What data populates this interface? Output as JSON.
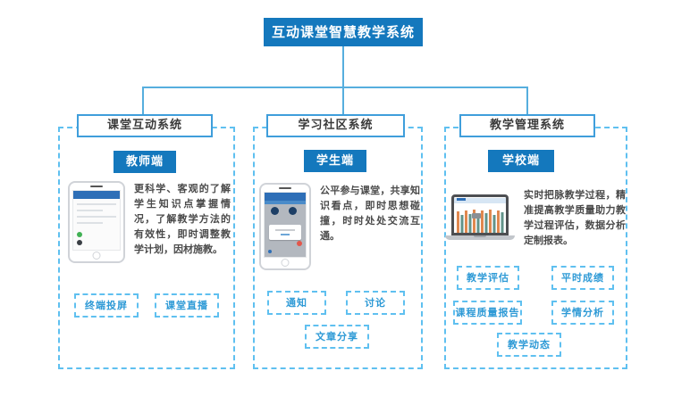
{
  "title": "互动课堂智慧教学系统",
  "columns": [
    {
      "header": "课堂互动系统",
      "role": "教师端",
      "description": "更科学、客观的了解学生知识点掌握情况，了解教学方法的有效性，即时调整教学计划，因材施教。",
      "buttons": [
        "终端投屏",
        "课堂直播"
      ]
    },
    {
      "header": "学习社区系统",
      "role": "学生端",
      "description": "公平参与课堂，共享知识看点，即时思想碰撞，时时处处交流互通。",
      "buttons": [
        "通知",
        "讨论",
        "文章分享"
      ]
    },
    {
      "header": "教学管理系统",
      "role": "学校端",
      "description": "实时把脉教学过程，精准提高教学质量助力教学过程评估，数据分析定制报表。",
      "buttons": [
        "教学评估",
        "平时成绩",
        "课程质量报告",
        "学情分析",
        "教学动态"
      ]
    }
  ],
  "icons": [
    "teacher-phone-app-icon",
    "student-phone-app-icon",
    "analytics-laptop-icon"
  ],
  "colors": {
    "primary_blue": "#1478bd",
    "header_border_blue": "#3f9edb",
    "dashed_light_blue": "#5fc0f0",
    "connector_blue": "#56aede",
    "button_text_blue": "#2e9ad6",
    "body_text": "#4a4a4a"
  }
}
